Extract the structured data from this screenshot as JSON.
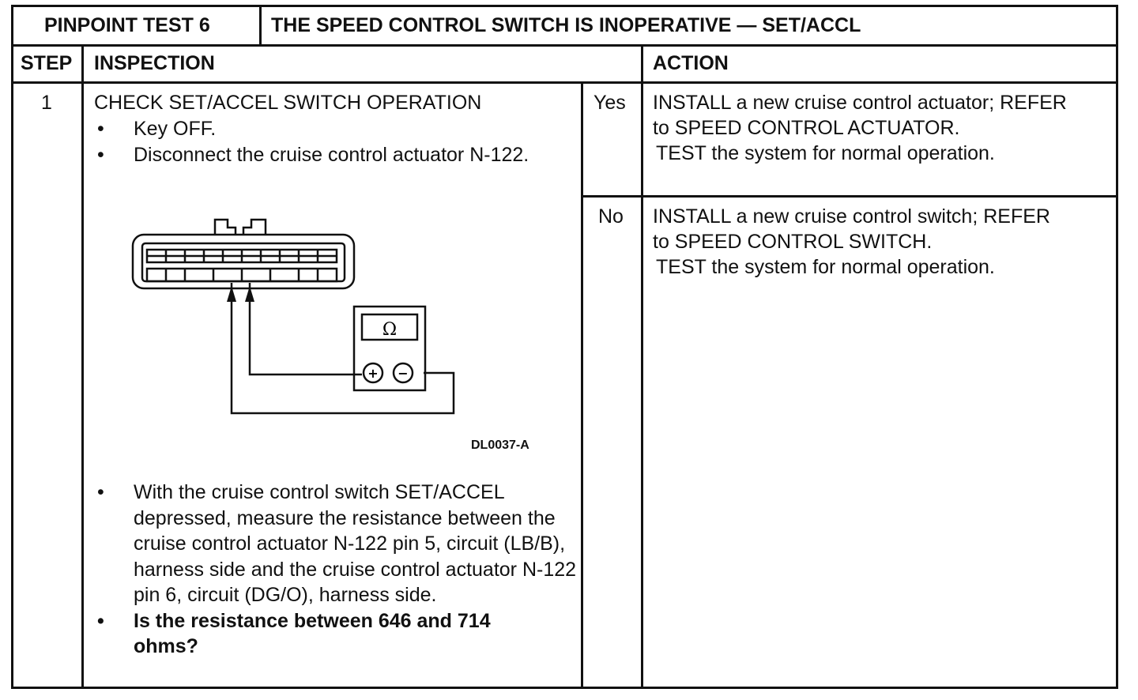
{
  "header": {
    "test_id": "PINPOINT TEST 6",
    "test_title": "THE SPEED CONTROL SWITCH IS INOPERATIVE — SET/ACCL"
  },
  "columns": {
    "step": "STEP",
    "inspection": "INSPECTION",
    "action": "ACTION"
  },
  "step": {
    "number": "1",
    "check_title": "CHECK SET/ACCEL SWITCH OPERATION",
    "pre_items": [
      "Key OFF.",
      "Disconnect the cruise control actuator N-122."
    ],
    "figure": {
      "meter_symbol": "Ω",
      "plus_symbol": "+",
      "minus_symbol": "−",
      "code": "DL0037-A"
    },
    "measure_item": "With the cruise control switch SET/ACCEL depressed, measure the resistance between the cruise control actuator N-122 pin 5, circuit (LB/B), harness side and the cruise control actuator N-122 pin 6, circuit (DG/O), harness side.",
    "question": "Is the resistance between 646 and 714 ohms?"
  },
  "outcomes": [
    {
      "label": "Yes",
      "lines": [
        "INSTALL a new cruise control actuator; REFER",
        "to SPEED CONTROL ACTUATOR.",
        "TEST the system for normal operation."
      ]
    },
    {
      "label": "No",
      "lines": [
        "INSTALL a new cruise control switch; REFER",
        "to SPEED CONTROL SWITCH.",
        "TEST the system for normal operation."
      ]
    }
  ]
}
